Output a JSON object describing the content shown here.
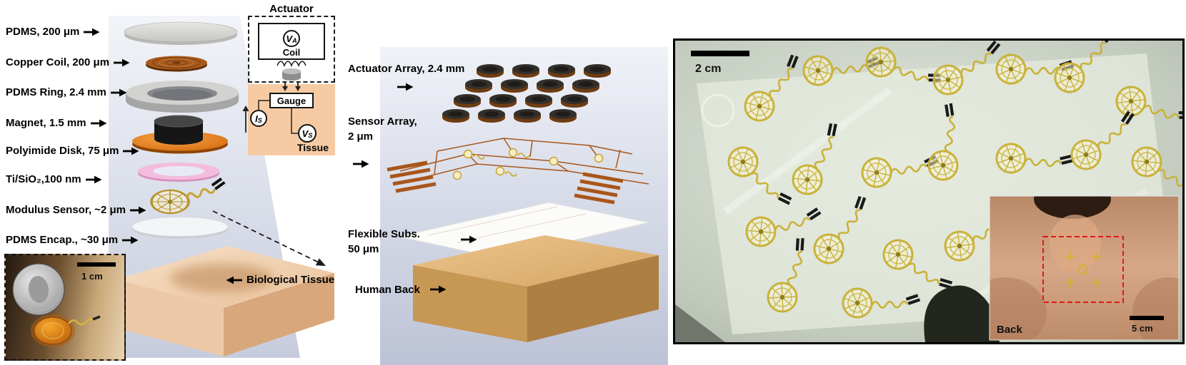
{
  "colors": {
    "copper": "#a9561b",
    "gold": "#c9b23a",
    "polyimide_orange": "#e07c17",
    "magnet_black": "#1c1c1c",
    "ti_sio2_pink": "#f3bcdd",
    "skin_tan": "#eec9a6",
    "panel_blue": "#dde2ee",
    "circuit_tissue_orange": "#f6cba3",
    "red_dashed": "#e01818"
  },
  "left": {
    "layers": [
      "PDMS, 200 μm",
      "Copper Coil, 200 μm",
      "PDMS Ring, 2.4 mm",
      "Magnet, 1.5 mm",
      "Polyimide Disk, 75 μm",
      "Ti/SiO₂,100 nm",
      "Modulus Sensor, ~2 μm",
      "PDMS Encap., ~30 μm"
    ],
    "tissue_label": "Biological Tissue",
    "circuit": {
      "title": "Actuator",
      "va_main": "V",
      "va_sub": "A",
      "coil_label": "Coil",
      "gauge_label": "Gauge",
      "is_main": "I",
      "is_sub": "S",
      "vs_main": "V",
      "vs_sub": "S",
      "tissue_label": "Tissue"
    },
    "inset": {
      "scale_label": "1 cm"
    }
  },
  "middle": {
    "actuator_array_label": "Actuator Array, 2.4 mm",
    "sensor_array_line1": "Sensor Array,",
    "sensor_array_line2": "2 μm",
    "flexible_line1": "Flexible Subs.",
    "flexible_line2": "50 μm",
    "human_back_label": "Human Back"
  },
  "right": {
    "scale_label": "2 cm",
    "inset": {
      "back_label": "Back",
      "scale_label": "5 cm"
    }
  }
}
